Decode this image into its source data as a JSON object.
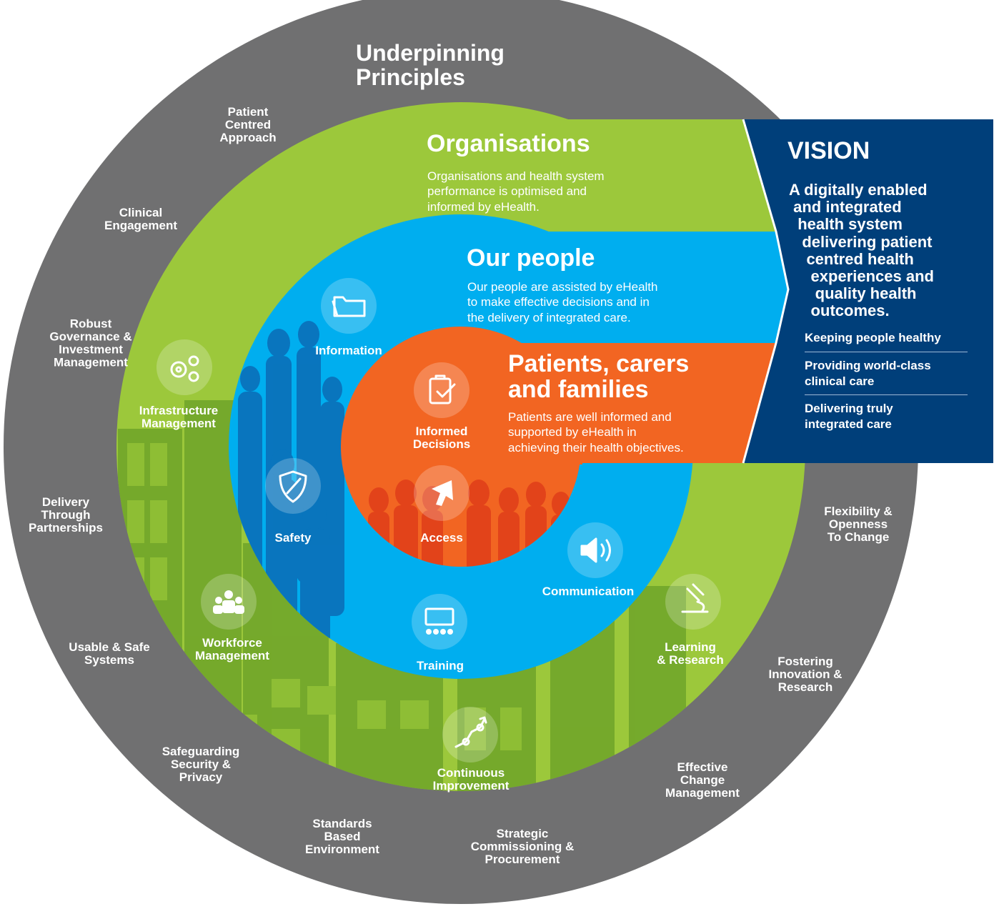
{
  "colors": {
    "outer_ring": "#707071",
    "green": "#9cc83b",
    "green_dark": "#6fa42a",
    "blue": "#00aeef",
    "blue_dark": "#0a6fb8",
    "orange": "#f26522",
    "navy": "#003f7a"
  },
  "outer_ring": {
    "title": "Underpinning Principles",
    "principles": [
      {
        "id": "patient-centred",
        "label": "Patient\nCentred\nApproach"
      },
      {
        "id": "clinical-engagement",
        "label": "Clinical\nEngagement"
      },
      {
        "id": "robust-governance",
        "label": "Robust\nGovernance &\nInvestment\nManagement"
      },
      {
        "id": "delivery-partnerships",
        "label": "Delivery\nThrough\nPartnerships"
      },
      {
        "id": "usable-safe",
        "label": "Usable & Safe\nSystems"
      },
      {
        "id": "safeguarding",
        "label": "Safeguarding\nSecurity &\nPrivacy"
      },
      {
        "id": "standards",
        "label": "Standards\nBased\nEnvironment"
      },
      {
        "id": "strategic-commissioning",
        "label": "Strategic\nCommissioning &\nProcurement"
      },
      {
        "id": "change-management",
        "label": "Effective\nChange\nManagement"
      },
      {
        "id": "fostering-innovation",
        "label": "Fostering\nInnovation &\nResearch"
      },
      {
        "id": "flexibility",
        "label": "Flexibility &\nOpenness\nTo Change"
      }
    ]
  },
  "organisations": {
    "title": "Organisations",
    "description": "Organisations and health system\nperformance is optimised and\ninformed by eHealth.",
    "items": [
      {
        "id": "infrastructure",
        "label": "Infrastructure\nManagement",
        "icon": "gears-icon"
      },
      {
        "id": "workforce",
        "label": "Workforce\nManagement",
        "icon": "team-icon"
      },
      {
        "id": "continuous-improvement",
        "label": "Continuous\nImprovement",
        "icon": "trend-arrow-icon"
      },
      {
        "id": "learning-research",
        "label": "Learning\n& Research",
        "icon": "microscope-icon"
      }
    ]
  },
  "our_people": {
    "title": "Our people",
    "description": "Our people are assisted by eHealth\nto make effective decisions and in\nthe delivery of integrated care.",
    "items": [
      {
        "id": "information",
        "label": "Information",
        "icon": "folder-icon"
      },
      {
        "id": "safety",
        "label": "Safety",
        "icon": "shield-icon"
      },
      {
        "id": "training",
        "label": "Training",
        "icon": "presentation-icon"
      },
      {
        "id": "communication",
        "label": "Communication",
        "icon": "speaker-icon"
      }
    ]
  },
  "patients": {
    "title": "Patients, carers\nand families",
    "description": "Patients are well informed and\nsupported by eHealth in\nachieving their health objectives.",
    "items": [
      {
        "id": "informed-decisions",
        "label": "Informed\nDecisions",
        "icon": "clipboard-check-icon"
      },
      {
        "id": "access",
        "label": "Access",
        "icon": "cursor-icon"
      }
    ]
  },
  "vision": {
    "title": "VISION",
    "statement_lines": [
      "A digitally enabled",
      " and integrated",
      "  health system",
      "   delivering patient",
      "    centred health",
      "     experiences and",
      "      quality health",
      "     outcomes."
    ],
    "items": [
      "Keeping people healthy",
      "Providing world-class\nclinical care",
      "Delivering truly\nintegrated care"
    ]
  }
}
